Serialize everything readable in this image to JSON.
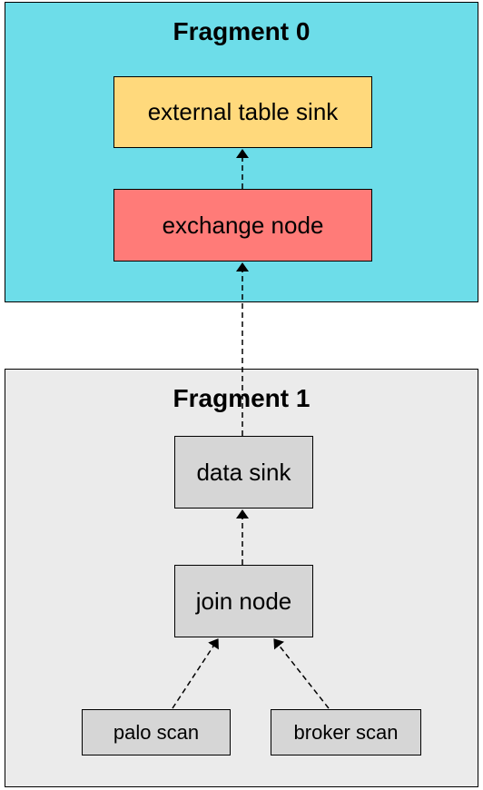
{
  "fragments": {
    "fragment0": {
      "title": "Fragment 0",
      "color": "#6ddde9"
    },
    "fragment1": {
      "title": "Fragment 1",
      "color": "#ebebeb"
    }
  },
  "nodes": {
    "external_table_sink": {
      "label": "external table sink",
      "color": "#ffd97c"
    },
    "exchange_node": {
      "label": "exchange node",
      "color": "#ff7b78"
    },
    "data_sink": {
      "label": "data sink",
      "color": "#d6d6d6"
    },
    "join_node": {
      "label": "join node",
      "color": "#d6d6d6"
    },
    "palo_scan": {
      "label": "palo scan",
      "color": "#d6d6d6"
    },
    "broker_scan": {
      "label": "broker scan",
      "color": "#d6d6d6"
    }
  },
  "edges": [
    {
      "from": "exchange_node",
      "to": "external_table_sink"
    },
    {
      "from": "data_sink",
      "to": "exchange_node"
    },
    {
      "from": "join_node",
      "to": "data_sink"
    },
    {
      "from": "palo_scan",
      "to": "join_node"
    },
    {
      "from": "broker_scan",
      "to": "join_node"
    }
  ]
}
